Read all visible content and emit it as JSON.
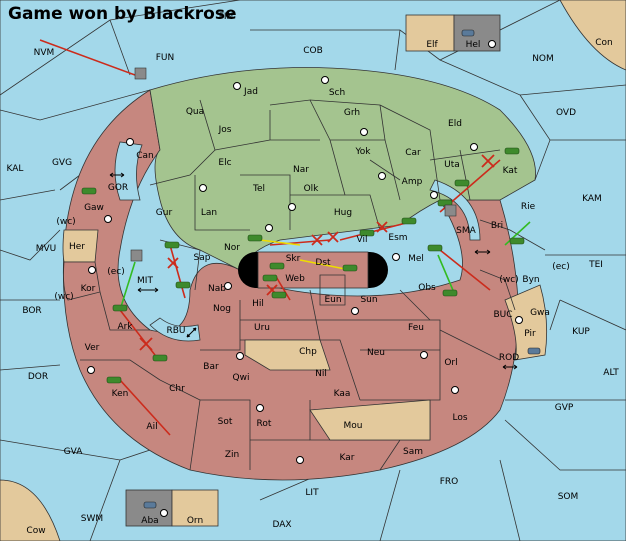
{
  "title": "Game won by Blackrose",
  "colors": {
    "sea": "#a3d8ea",
    "green_power": "#a4c48f",
    "red_power": "#c6877f",
    "neutral": "#e3c99c",
    "gray_power": "#8a8a8a",
    "order_red": "#cc2b1c",
    "order_green": "#33bb22",
    "order_yellow": "#eedd00"
  },
  "labels": {
    "nvm": "NVM",
    "fun": "FUN",
    "fin": "FIN",
    "cob": "COB",
    "elf": "Elf",
    "hel": "Hel",
    "con": "Con",
    "nom": "NOM",
    "ovd": "OVD",
    "kal": "KAL",
    "gvg": "GVG",
    "gor": "GOR",
    "gaw": "Gaw",
    "wc1": "(wc)",
    "mvu": "MVU",
    "her": "Her",
    "kor": "Kor",
    "wc2": "(wc)",
    "ec1": "(ec)",
    "mit": "MIT",
    "bor": "BOR",
    "ark": "Ark",
    "rbu": "RBU",
    "ver": "Ver",
    "dor": "DOR",
    "ken": "Ken",
    "chr": "Chr",
    "ail": "Ail",
    "gva": "GVA",
    "swm": "SWM",
    "cow": "Cow",
    "aba": "Aba",
    "orn": "Orn",
    "dax": "DAX",
    "lit": "LIT",
    "zin": "Zin",
    "kar": "Kar",
    "sam": "Sam",
    "fro": "FRO",
    "som": "SOM",
    "gvp": "GVP",
    "alt": "ALT",
    "kup": "KUP",
    "rod": "ROD",
    "buc": "BUC",
    "pir": "Pir",
    "gwa": "Gwa",
    "byn": "Byn",
    "wc3": "(wc)",
    "ec2": "(ec)",
    "tei": "TEI",
    "kam": "KAM",
    "rie": "Rie",
    "bri": "Bri",
    "kat": "Kat",
    "sma": "SMA",
    "jad": "Jad",
    "sch": "Sch",
    "qua": "Qua",
    "jos": "Jos",
    "grh": "Grh",
    "eld": "Eld",
    "can": "Can",
    "elc": "Elc",
    "nar": "Nar",
    "yok": "Yok",
    "car": "Car",
    "uta": "Uta",
    "tel": "Tel",
    "olk": "Olk",
    "amp": "Amp",
    "gur": "Gur",
    "lan": "Lan",
    "hug": "Hug",
    "nor": "Nor",
    "vil": "Vil",
    "esm": "Esm",
    "sap": "Sap",
    "skr": "Skr",
    "dst": "Dst",
    "mel": "Mel",
    "web": "Web",
    "nab": "Nab",
    "hil": "Hil",
    "eun": "Eun",
    "sun": "Sun",
    "obs": "Obs",
    "nog": "Nog",
    "uru": "Uru",
    "feu": "Feu",
    "chp": "Chp",
    "neu": "Neu",
    "orl": "Orl",
    "bar": "Bar",
    "qwi": "Qwi",
    "nil": "Nil",
    "kaa": "Kaa",
    "sot": "Sot",
    "rot": "Rot",
    "mou": "Mou",
    "los": "Los"
  }
}
